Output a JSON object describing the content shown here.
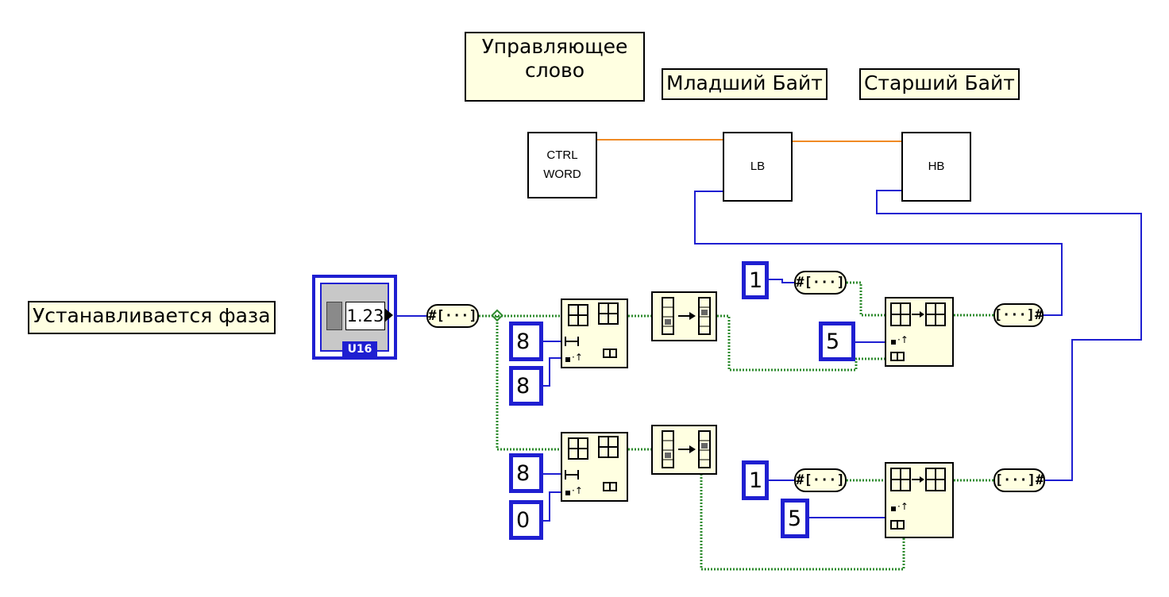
{
  "labels": {
    "control_word": [
      "Управляющее",
      "слово"
    ],
    "low_byte": "Младший Байт",
    "high_byte": "Старший Байт",
    "phase": "Устанавливается фаза"
  },
  "shared_variables": {
    "ctrl": [
      "CTRL",
      "WORD"
    ],
    "lb": "LB",
    "hb": "HB"
  },
  "numeric_control": {
    "value": "1.23",
    "datatype": "U16"
  },
  "constants": {
    "upper_offset": "8",
    "upper_length": "8",
    "lower_offset": "8",
    "lower_length": "0",
    "top_one": "1",
    "top_five": "5",
    "bottom_one": "1",
    "bottom_five": "5"
  },
  "converters": {
    "to_bool_array": "#[···]",
    "from_bool_array": "[···]#"
  },
  "wire_colors": {
    "numeric": "#1f1fd1",
    "boolean_array": "#2e8b2e",
    "error_cluster": "#f08a24"
  }
}
